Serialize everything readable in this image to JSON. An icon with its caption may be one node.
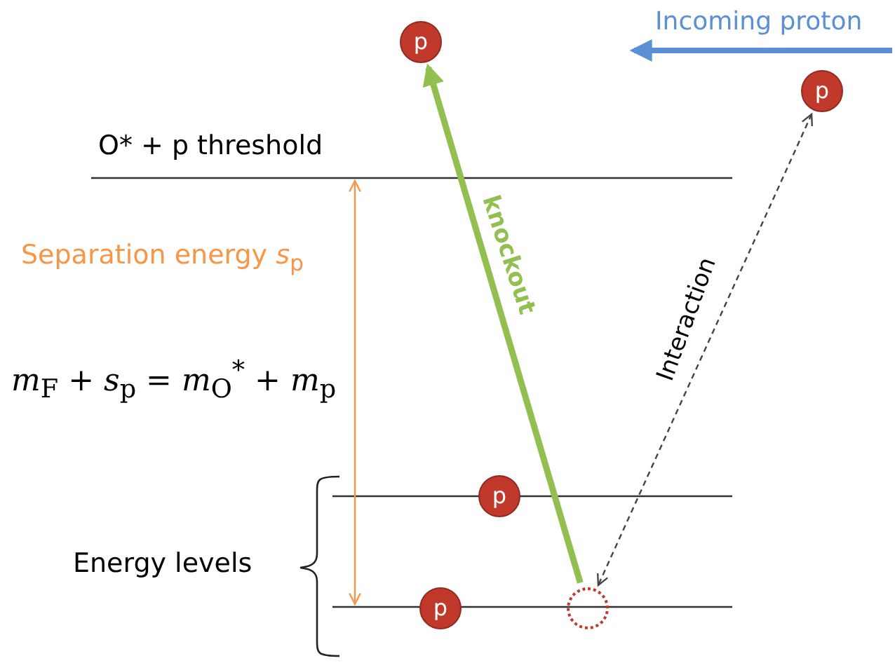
{
  "diagram": {
    "nodes": [
      {
        "text": [
          "p"
        ]
      },
      {
        "text": [
          "p"
        ]
      },
      {
        "text": [
          "p"
        ]
      },
      {
        "text": [
          "p"
        ]
      },
      {
        "text": [],
        "shape": "circle"
      }
    ],
    "edges": [
      {
        "from": 4,
        "to": 0,
        "arrow": "to",
        "label": "knockout",
        "style": "thick",
        "color": "#92c050"
      },
      {
        "from": 4,
        "to": 1,
        "arrow": "both",
        "label": "Interaction",
        "style": "dashed",
        "color": "#444444"
      }
    ],
    "labels": [
      "Incoming proton",
      "O* + p threshold",
      "Separation energy *s*$_{p}$",
      "*m*$_{F}$ + *s*$_{p}$ = *m*$_{O}$$^{*}$ + *m*$_{p}$",
      "Energy levels"
    ]
  }
}
